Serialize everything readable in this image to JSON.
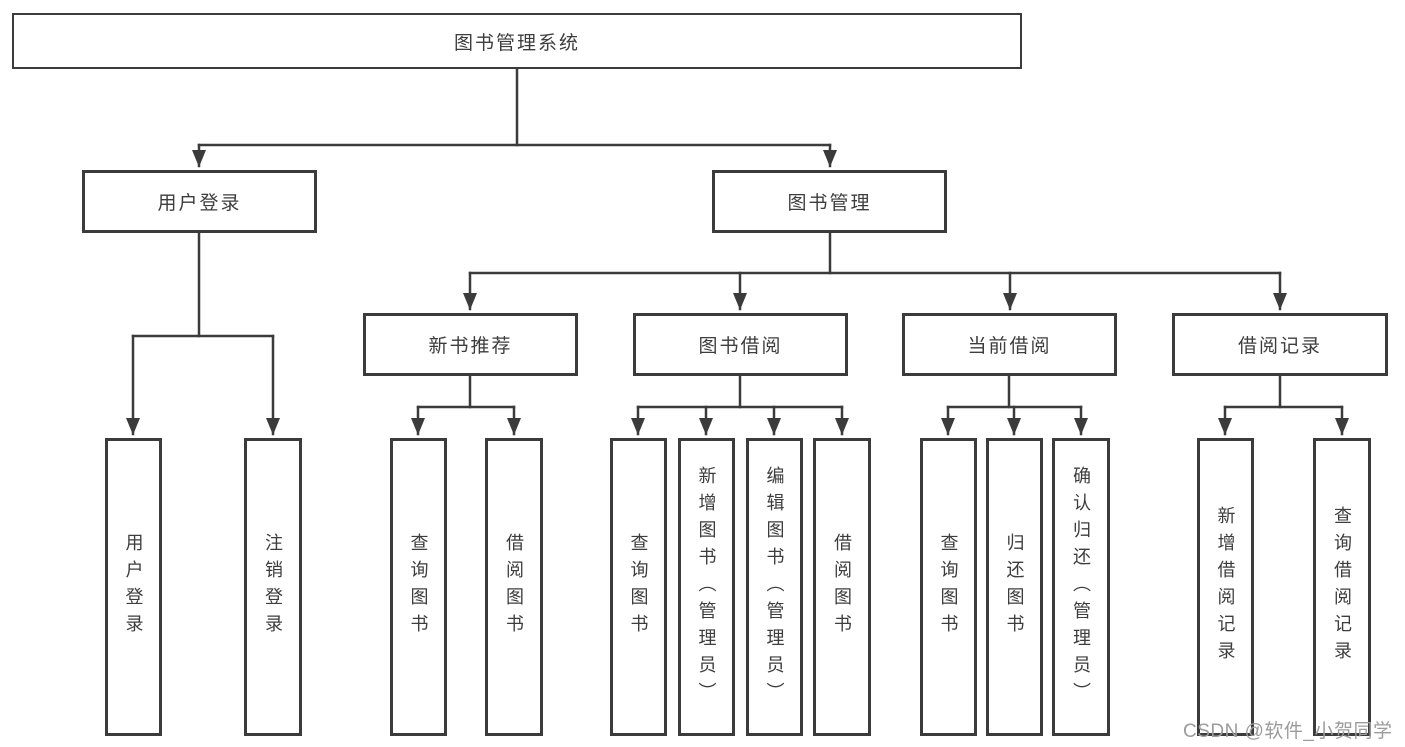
{
  "title": "图书管理系统",
  "diagram_type": "tree",
  "colors": {
    "line": "#3b3b3b",
    "box_border": "#3b3b3b",
    "text": "#3d3d3d",
    "background": "#ffffff",
    "watermark": "#9c9c9c"
  },
  "watermark": {
    "text": "CSDN @软件_小贺同学"
  },
  "tree": {
    "label": "图书管理系统",
    "children": [
      {
        "label": "用户登录",
        "children": [
          {
            "label": "用户登录"
          },
          {
            "label": "注销登录"
          }
        ]
      },
      {
        "label": "图书管理",
        "children": [
          {
            "label": "新书推荐",
            "children": [
              {
                "label": "查询图书"
              },
              {
                "label": "借阅图书"
              }
            ]
          },
          {
            "label": "图书借阅",
            "children": [
              {
                "label": "查询图书"
              },
              {
                "label": "新增图书（管理员）"
              },
              {
                "label": "编辑图书（管理员）"
              },
              {
                "label": "借阅图书"
              }
            ]
          },
          {
            "label": "当前借阅",
            "children": [
              {
                "label": "查询图书"
              },
              {
                "label": "归还图书"
              },
              {
                "label": "确认归还（管理员）"
              }
            ]
          },
          {
            "label": "借阅记录",
            "children": [
              {
                "label": "新增借阅记录"
              },
              {
                "label": "查询借阅记录"
              }
            ]
          }
        ]
      }
    ]
  }
}
